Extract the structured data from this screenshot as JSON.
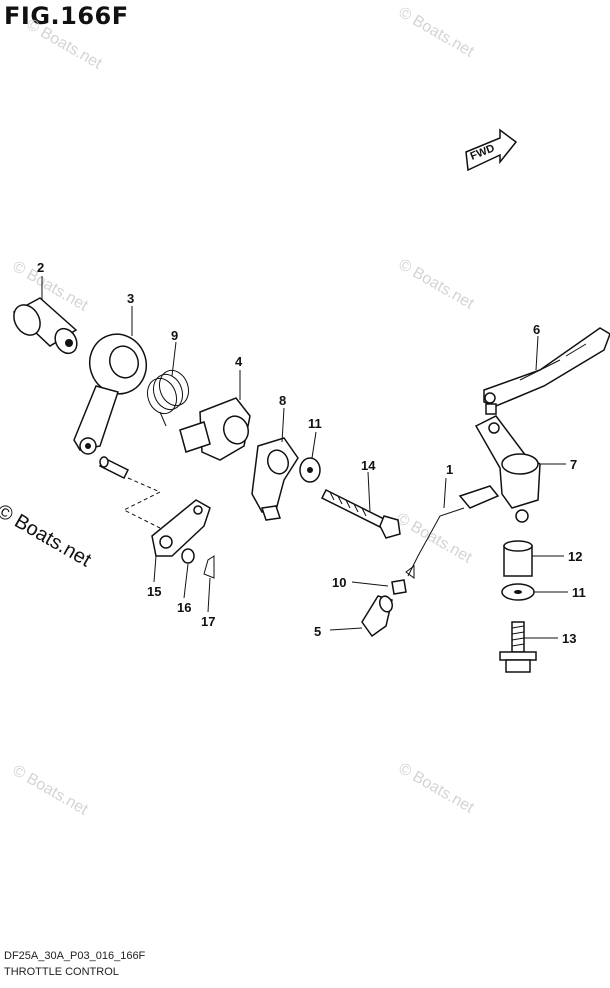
{
  "header": {
    "title": "FIG.166F"
  },
  "footer": {
    "code": "DF25A_30A_P03_016_166F",
    "caption": "THROTTLE CONTROL"
  },
  "fwd_label": "FWD",
  "watermark": {
    "text": "© Boats.net",
    "side_text": "© Boats.net"
  },
  "callouts": [
    "1",
    "2",
    "3",
    "4",
    "5",
    "6",
    "7",
    "8",
    "9",
    "10",
    "11",
    "11",
    "12",
    "13",
    "14",
    "15",
    "16",
    "17"
  ]
}
